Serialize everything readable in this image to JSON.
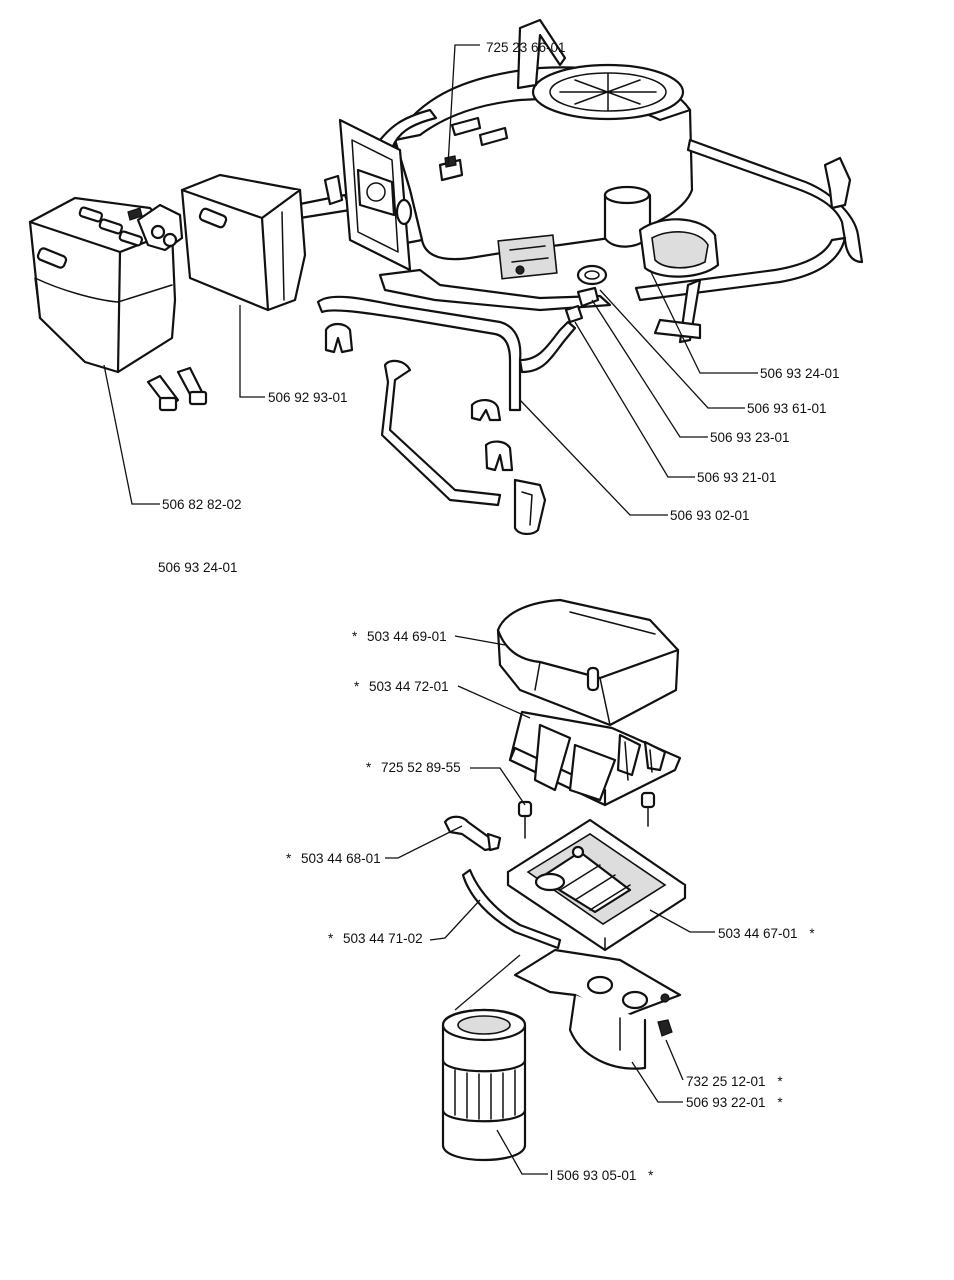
{
  "callouts": {
    "c01": "725 23 66-01",
    "c02": "506 93 24-01",
    "c03": "506 93 61-01",
    "c04": "506 93 23-01",
    "c05": "506 93 21-01",
    "c06": "506 93 02-01",
    "c07": "506 92 93-01",
    "c08": "506 82 82-02",
    "c09": "503 44 69-01",
    "c10": "503 44 72-01",
    "c11": "725 52 89-55",
    "c12": "503 44 68-01",
    "c13": "503 44 71-02",
    "c14": "503 44 67-01",
    "c15": "732 25 12-01",
    "c16": "506 93 22-01",
    "c17": "506 93 05-01"
  },
  "caption": "506 93 24-01",
  "marks": {
    "star": "*",
    "c09_prefix": "*",
    "c10_prefix": "*",
    "c11_prefix": "*",
    "c12_prefix": "*",
    "c13_prefix": "*",
    "c14_suffix": "*",
    "c15_suffix": "*",
    "c16_suffix": "*",
    "c17_prefix": "l",
    "c17_suffix": "*"
  }
}
